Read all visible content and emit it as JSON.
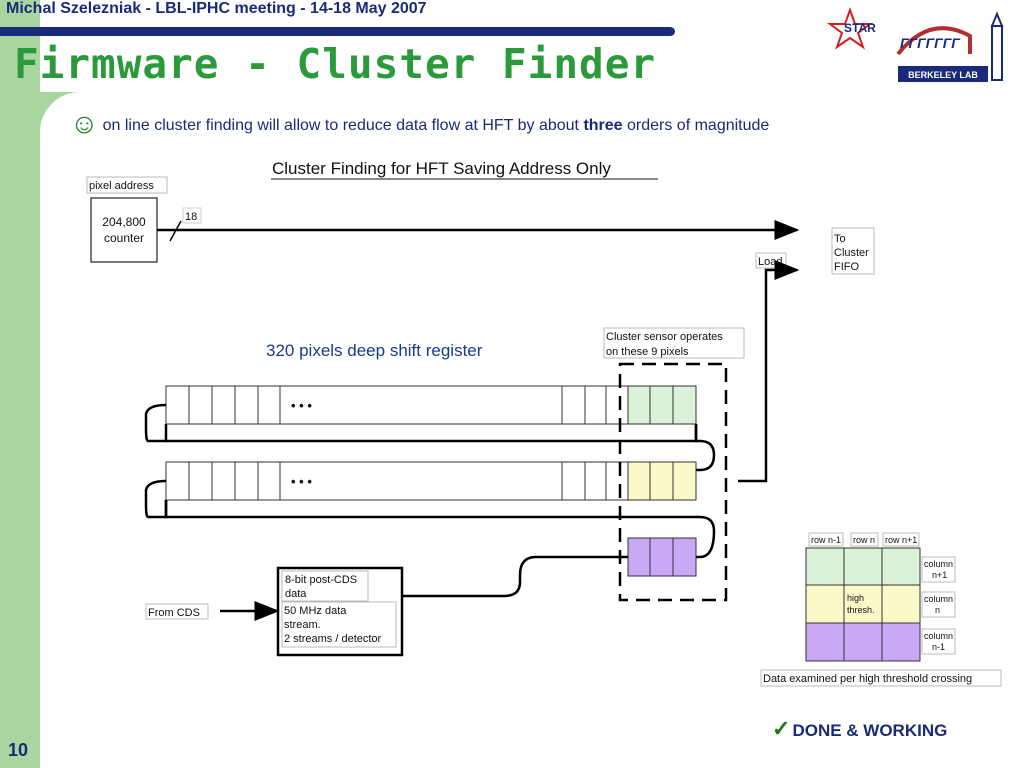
{
  "header": {
    "text": "Michal Szelezniak  -  LBL-IPHC meeting  -  14-18 May 2007"
  },
  "title": "Firmware - Cluster Finder",
  "bullet": {
    "before": "on line cluster finding will allow to reduce data flow at HFT by about ",
    "bold": "three",
    "after": " orders of magnitude"
  },
  "icons": {
    "bullet": "smiley-icon",
    "done": "checkmark-icon"
  },
  "colors": {
    "title": "#2a9a3a",
    "text": "#1a2a7a",
    "band": "#a8d5a0",
    "green": "#d9f2d9",
    "yellow": "#fdf8c8",
    "purple": "#c8a8f5"
  },
  "logos": {
    "star": "STAR",
    "berkeley": "BERKELEY LAB"
  },
  "diagram": {
    "title": "Cluster Finding for HFT Saving Address Only",
    "pixel_address": "pixel address",
    "counter_line1": "204,800",
    "counter_line2": "counter",
    "bus_width": "18",
    "to_fifo": [
      "To",
      "Cluster",
      "FIFO"
    ],
    "load": "Load",
    "shift_register": "320 pixels deep shift register",
    "sensor_note": [
      "Cluster sensor operates",
      "on these 9 pixels"
    ],
    "ellipsis": "• • •",
    "post_cds": [
      "8-bit post-CDS",
      "data"
    ],
    "stream_info": [
      "50 MHz data",
      "stream.",
      "2 streams / detector"
    ],
    "from_cds": "From CDS",
    "rows": [
      "row n-1",
      "row n",
      "row n+1"
    ],
    "columns": [
      [
        "column",
        "n+1"
      ],
      [
        "column",
        "n"
      ],
      [
        "column",
        "n-1"
      ]
    ],
    "high_thresh": [
      "high",
      "thresh."
    ],
    "data_examined": "Data examined per high threshold crossing"
  },
  "slide_number": "10",
  "done": "DONE & WORKING"
}
